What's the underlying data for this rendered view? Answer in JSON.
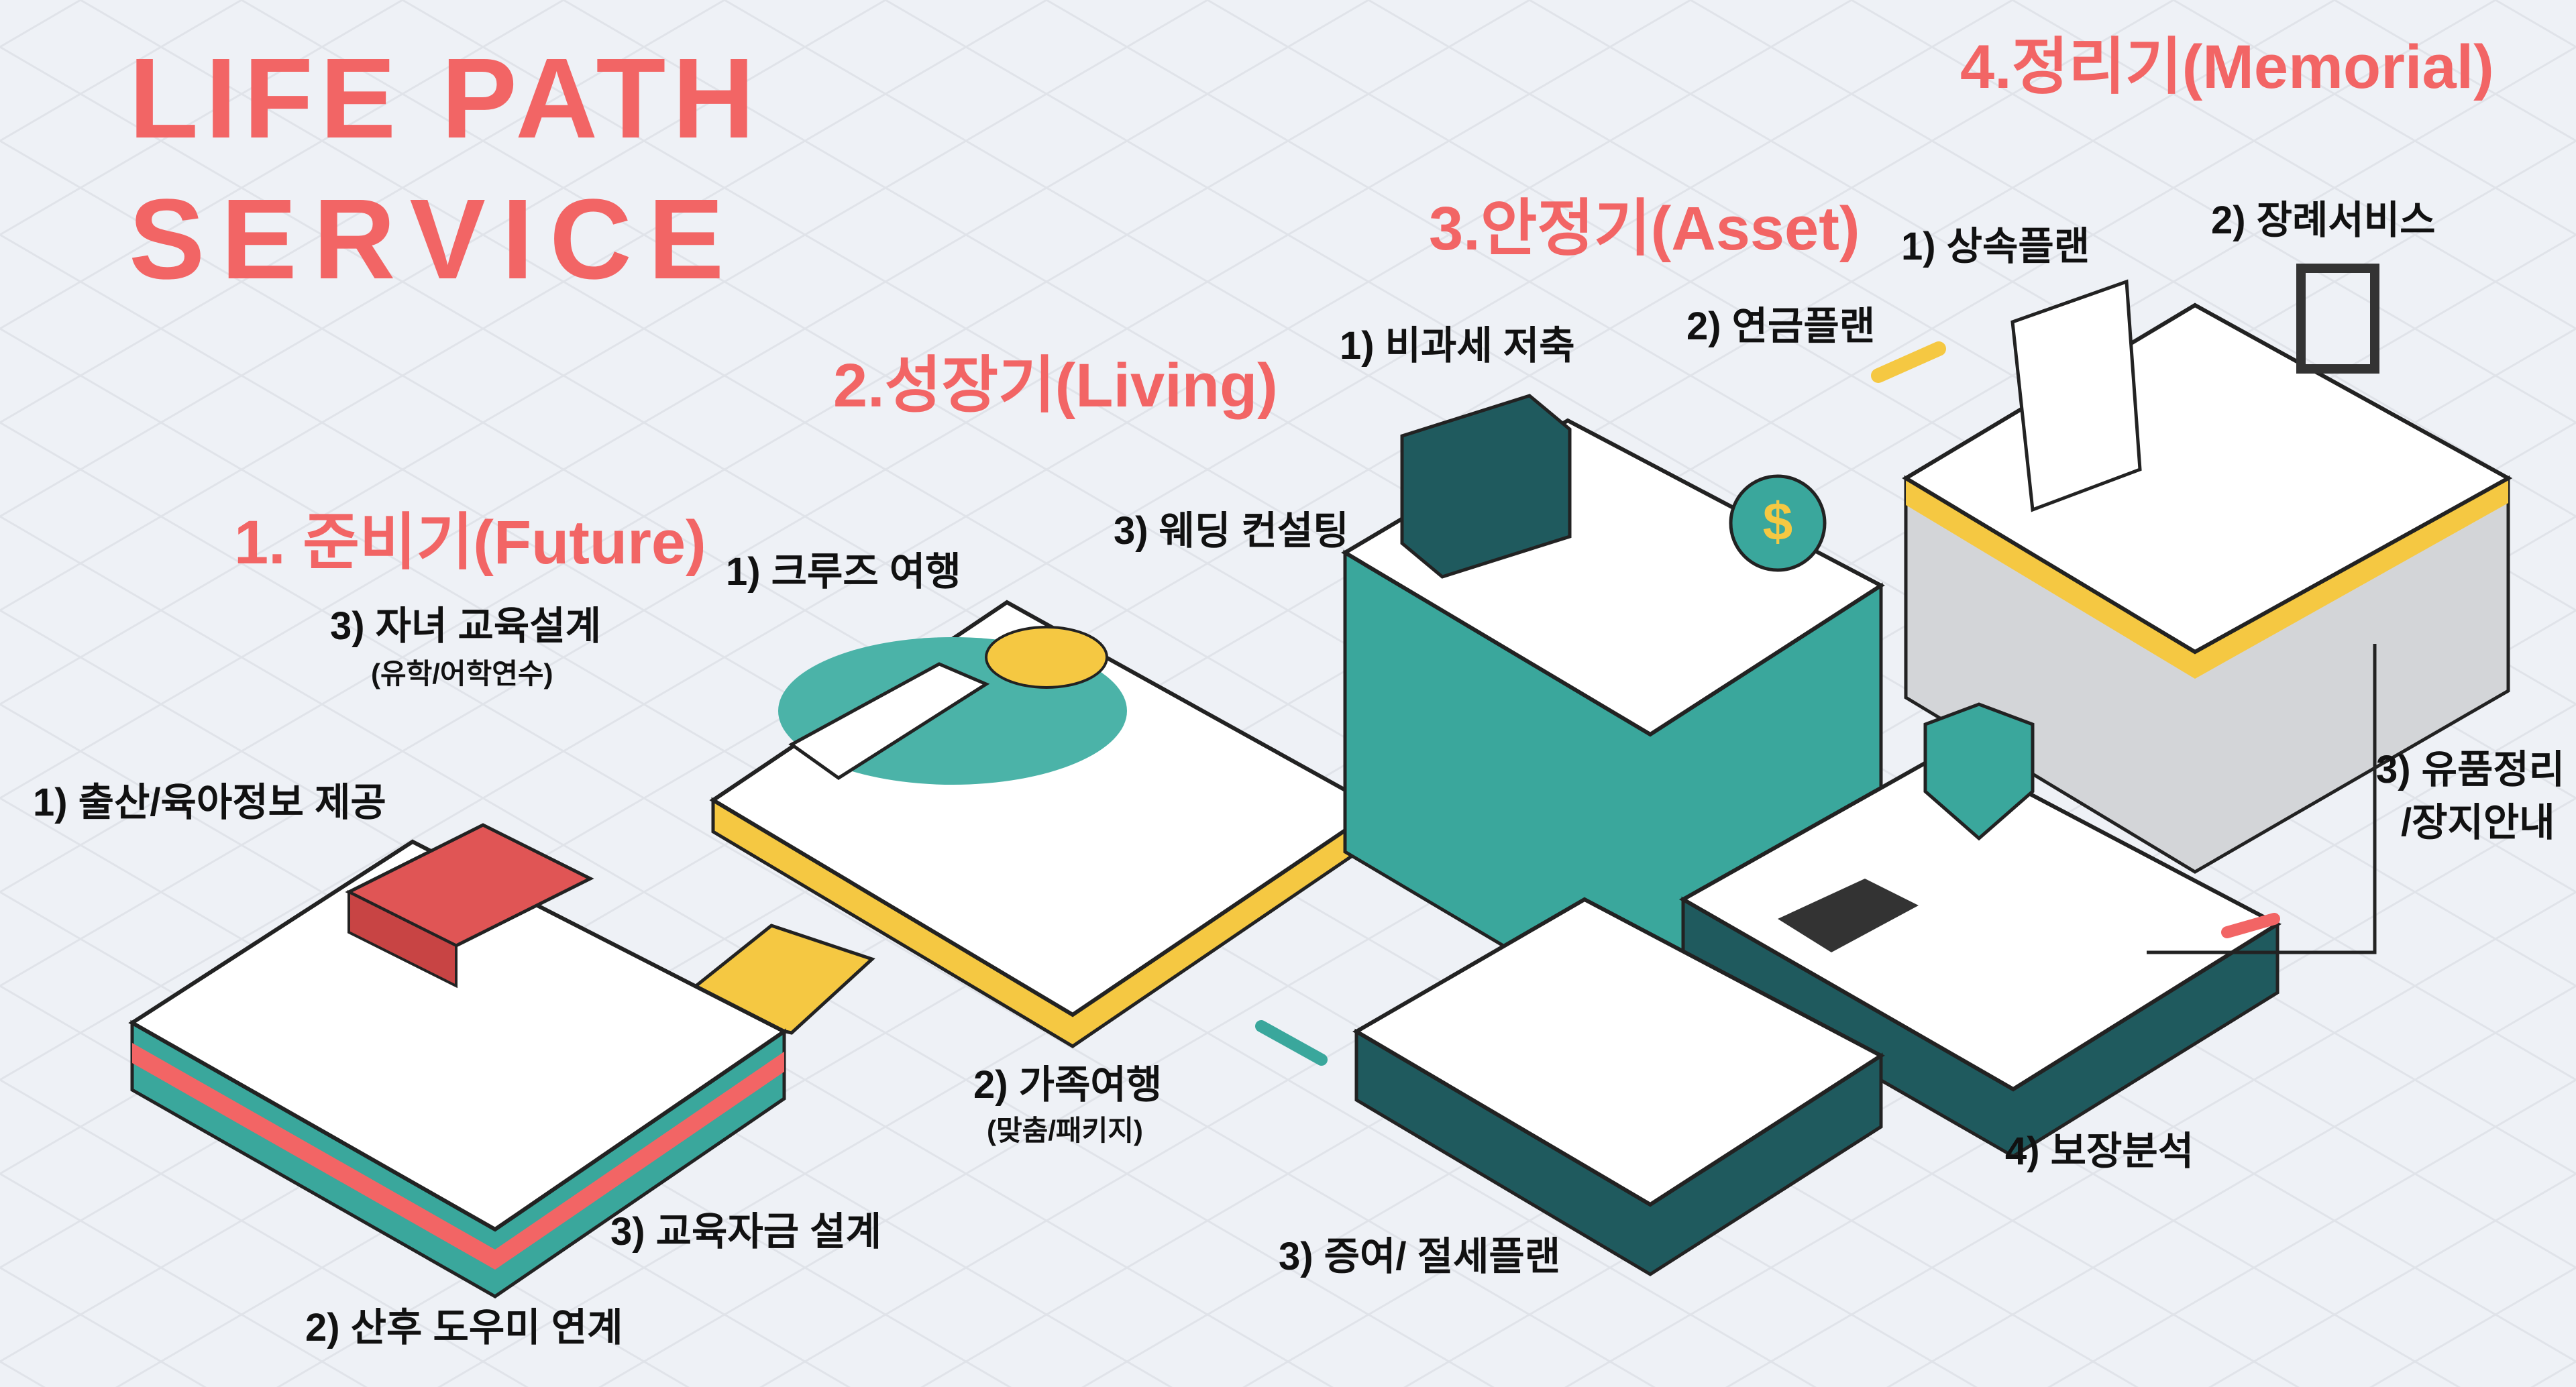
{
  "title": {
    "line1": "LIFE  PATH",
    "line2": "SERVICE"
  },
  "colors": {
    "accent": "#f26565",
    "teal": "#3aa79c",
    "dark_teal": "#1f5a5e",
    "yellow": "#f5c842",
    "gray": "#cfd1d4"
  },
  "stages": [
    {
      "title": "1. 준비기(Future)",
      "items": [
        "1) 출산/육아정보 제공",
        "2) 산후 도우미 연계",
        "3) 자녀 교육설계",
        "3) 교육자금 설계"
      ],
      "item_note": "(유학/어학연수)"
    },
    {
      "title": "2.성장기(Living)",
      "items": [
        "1) 크루즈 여행",
        "2) 가족여행",
        "3) 웨딩 컨설팅"
      ],
      "item_note": "(맞춤/패키지)"
    },
    {
      "title": "3.안정기(Asset)",
      "items": [
        "1) 비과세 저축",
        "2) 연금플랜",
        "3) 증여/ 절세플랜",
        "4) 보장분석"
      ]
    },
    {
      "title": "4.정리기(Memorial)",
      "items": [
        "1) 상속플랜",
        "2) 장례서비스",
        "3) 유품정리",
        "/장지안내"
      ]
    }
  ],
  "icons": [
    "dollar-bag-icon",
    "cruise-ship-icon",
    "palm-island-icon",
    "safe-icon",
    "shield-check-icon",
    "calculator-icon",
    "certificate-icon",
    "memorial-frame-icon",
    "airplane-icon",
    "graduation-cap-icon"
  ]
}
